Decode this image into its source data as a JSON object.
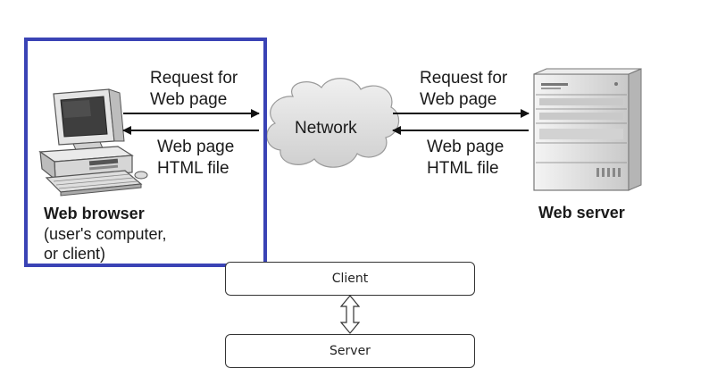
{
  "diagram": {
    "browser": {
      "title": "Web browser",
      "subtitle_line1": "(user's computer,",
      "subtitle_line2": "or client)"
    },
    "server": {
      "title": "Web server"
    },
    "network": {
      "label": "Network"
    },
    "left_request": {
      "line1": "Request for",
      "line2": "Web page"
    },
    "left_response": {
      "line1": "Web page",
      "line2": "HTML file"
    },
    "right_request": {
      "line1": "Request for",
      "line2": "Web page"
    },
    "right_response": {
      "line1": "Web page",
      "line2": "HTML file"
    },
    "client_box": {
      "label": "Client"
    },
    "server_box": {
      "label": "Server"
    }
  },
  "colors": {
    "highlight": "#3a43b5",
    "cloud": "#e2e2e2"
  },
  "icons": [
    "computer-icon",
    "server-icon",
    "network-cloud-icon",
    "double-arrow-icon"
  ]
}
